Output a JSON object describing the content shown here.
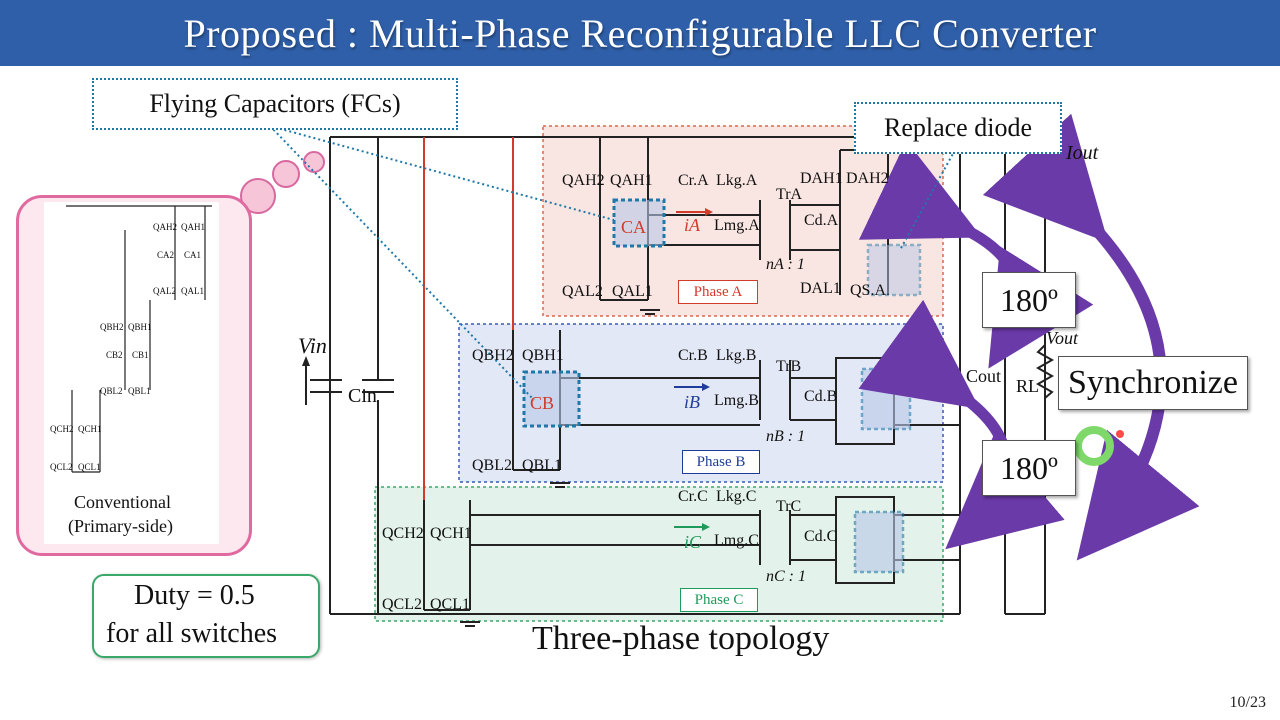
{
  "title": "Proposed : Multi-Phase Reconfigurable LLC Converter",
  "callouts": {
    "fc": "Flying Capacitors (FCs)",
    "replace": "Replace diode",
    "duty_line1": "Duty  = 0.5",
    "duty_line2": "for all switches",
    "topology": "Three-phase topology",
    "synchronize": "Synchronize",
    "angle_top": "180º",
    "angle_bottom": "180º"
  },
  "conventional": {
    "caption_line1": "Conventional",
    "caption_line2": "(Primary-side)",
    "labels": [
      "QAH2",
      "QAH1",
      "CA2",
      "CA1",
      "QAL2",
      "QAL1",
      "QBH2",
      "QBH1",
      "CB2",
      "CB1",
      "QBL2",
      "QBL1",
      "QCH2",
      "QCH1",
      "QCL2",
      "QCL1"
    ]
  },
  "phases": {
    "a": {
      "label": "Phase A",
      "cap": "CA",
      "current": "iA",
      "q": [
        "QAH2",
        "QAH1",
        "QAL2",
        "QAL1"
      ],
      "cr": "Cr.A",
      "lkg": "Lkg.A",
      "lmg": "Lmg.A",
      "tr": "TrA",
      "cd": "Cd.A",
      "ratio": "nA : 1",
      "diodes": [
        "DAH1",
        "DAH2",
        "DAL1"
      ],
      "qs": "QS.A"
    },
    "b": {
      "label": "Phase B",
      "cap": "CB",
      "current": "iB",
      "q": [
        "QBH2",
        "QBH1",
        "QBL2",
        "QBL1"
      ],
      "cr": "Cr.B",
      "lkg": "Lkg.B",
      "lmg": "Lmg.B",
      "tr": "TrB",
      "cd": "Cd.B",
      "ratio": "nB : 1"
    },
    "c": {
      "label": "Phase C",
      "current": "iC",
      "q": [
        "QCH2",
        "QCH1",
        "QCL2",
        "QCL1"
      ],
      "cr": "Cr.C",
      "lkg": "Lkg.C",
      "lmg": "Lmg.C",
      "tr": "TrC",
      "cd": "Cd.C",
      "ratio": "nC : 1"
    }
  },
  "circuit": {
    "vin": "Vin",
    "cin": "Cin",
    "iout": "Iout",
    "vout": "Vout",
    "cout": "Cout",
    "rl": "RL"
  },
  "colors": {
    "title_bar": "#2f5fa8",
    "phase_a": "#f9e6e2",
    "phase_b": "#e3e8f6",
    "phase_c": "#e3f2ea",
    "arrow": "#6a3aa8",
    "accent_red": "#d23a2a",
    "accent_blue": "#1f3c9a",
    "accent_green": "#1e9a5a"
  },
  "page": "10/23"
}
